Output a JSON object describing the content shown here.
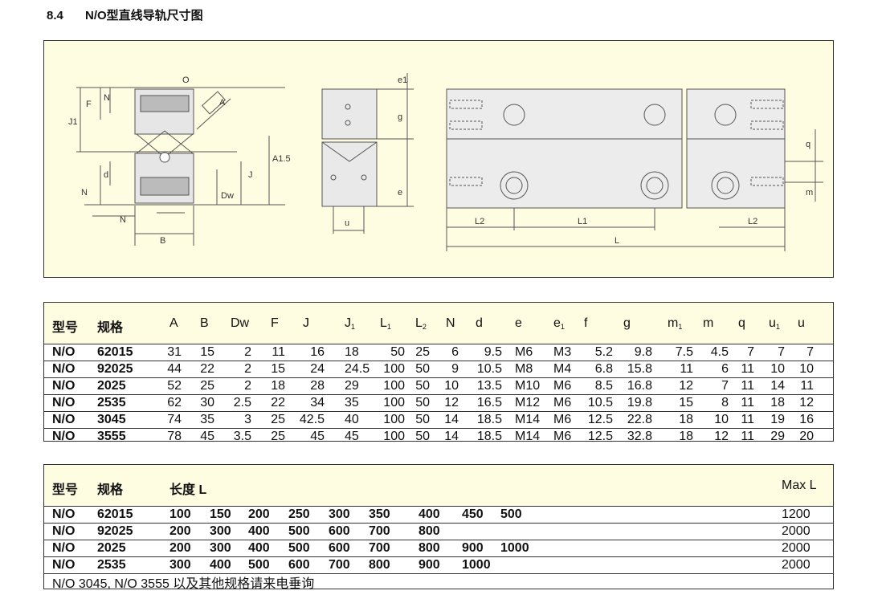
{
  "section": {
    "number": "8.4",
    "title": "N/O型直线导轨尺寸图"
  },
  "drawing_labels": [
    "O",
    "A",
    "J1",
    "F",
    "N",
    "A1.5",
    "J",
    "d",
    "N",
    "B",
    "Dw",
    "N",
    "e1",
    "g",
    "e",
    "u",
    "L2",
    "L1",
    "L2",
    "L",
    "q",
    "m"
  ],
  "table1": {
    "headers": [
      "型号",
      "规格",
      "A",
      "B",
      "Dw",
      "F",
      "J",
      "J",
      "L",
      "L",
      "N",
      "d",
      "e",
      "e",
      "f",
      "g",
      "m",
      "m",
      "q",
      "u",
      "u"
    ],
    "header_subs": {
      "7": "1",
      "8": "1",
      "9": "2",
      "13": "1",
      "16": "1",
      "19": "1"
    },
    "rows": [
      [
        "N/O",
        "62015",
        "31",
        "15",
        "2",
        "11",
        "16",
        "18",
        "50",
        "25",
        "6",
        "9.5",
        "M6",
        "M3",
        "5.2",
        "9.8",
        "7.5",
        "4.5",
        "7",
        "7",
        "7"
      ],
      [
        "N/O",
        "92025",
        "44",
        "22",
        "2",
        "15",
        "24",
        "24.5",
        "100",
        "50",
        "9",
        "10.5",
        "M8",
        "M4",
        "6.8",
        "15.8",
        "11",
        "6",
        "11",
        "10",
        "10"
      ],
      [
        "N/O",
        "2025",
        "52",
        "25",
        "2",
        "18",
        "28",
        "29",
        "100",
        "50",
        "10",
        "13.5",
        "M10",
        "M6",
        "8.5",
        "16.8",
        "12",
        "7",
        "11",
        "14",
        "11"
      ],
      [
        "N/O",
        "2535",
        "62",
        "30",
        "2.5",
        "22",
        "34",
        "35",
        "100",
        "50",
        "12",
        "16.5",
        "M12",
        "M6",
        "10.5",
        "19.8",
        "15",
        "8",
        "11",
        "18",
        "12"
      ],
      [
        "N/O",
        "3045",
        "74",
        "35",
        "3",
        "25",
        "42.5",
        "40",
        "100",
        "50",
        "14",
        "18.5",
        "M14",
        "M6",
        "12.5",
        "22.8",
        "18",
        "10",
        "11",
        "19",
        "16"
      ],
      [
        "N/O",
        "3555",
        "78",
        "45",
        "3.5",
        "25",
        "45",
        "45",
        "100",
        "50",
        "14",
        "18.5",
        "M14",
        "M6",
        "12.5",
        "32.8",
        "18",
        "12",
        "11",
        "29",
        "20"
      ]
    ]
  },
  "table2": {
    "headers": [
      "型号",
      "规格",
      "长度 L",
      "Max L"
    ],
    "rows": [
      {
        "type": "N/O",
        "spec": "62015",
        "lengths": [
          "100",
          "150",
          "200",
          "250",
          "300",
          "350",
          "400",
          "450",
          "500"
        ],
        "max": "1200"
      },
      {
        "type": "N/O",
        "spec": "92025",
        "lengths": [
          "200",
          "300",
          "400",
          "500",
          "600",
          "700",
          "800",
          "",
          ""
        ],
        "max": "2000"
      },
      {
        "type": "N/O",
        "spec": "2025",
        "lengths": [
          "200",
          "300",
          "400",
          "500",
          "600",
          "700",
          "800",
          "900",
          "1000"
        ],
        "max": "2000"
      },
      {
        "type": "N/O",
        "spec": "2535",
        "lengths": [
          "300",
          "400",
          "500",
          "600",
          "700",
          "800",
          "900",
          "1000",
          ""
        ],
        "max": "2000"
      }
    ],
    "note": "N/O 3045, N/O 3555 以及其他规格请来电垂询"
  }
}
